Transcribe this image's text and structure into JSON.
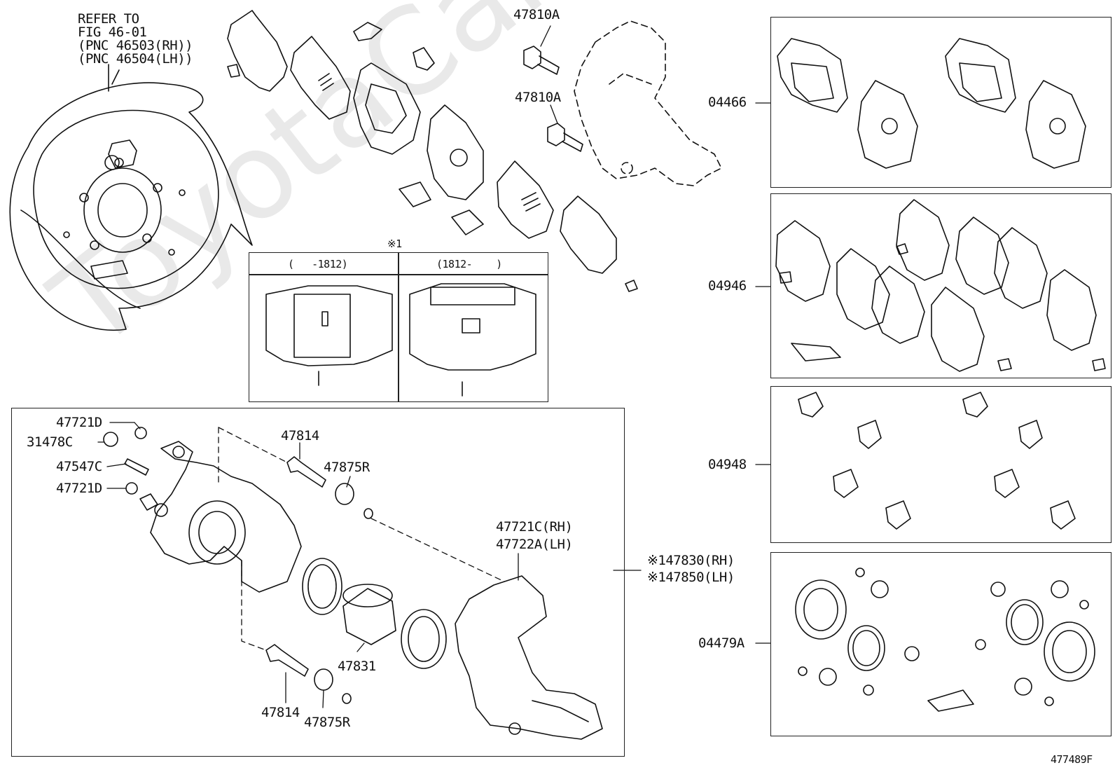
{
  "watermark": "ToyotaCarMiner.ru",
  "refer": {
    "line1": "REFER TO",
    "line2": "FIG 46-01",
    "line3": "(PNC 46503(RH))",
    "line4": "(PNC 46504(LH))"
  },
  "labels": {
    "bolt_top1": "47810A",
    "bolt_top2": "47810A",
    "kit_pads": "04466",
    "kit_shims": "04946",
    "kit_clips": "04948",
    "kit_seals": "04479A",
    "note_mark": "※1",
    "insert_left": "(   -1812)",
    "insert_right": "(1812-    )",
    "p_47721D_a": "47721D",
    "p_31478C": "31478C",
    "p_47547C": "47547C",
    "p_47721D_b": "47721D",
    "p_47814_a": "47814",
    "p_47875R_a": "47875R",
    "p_47721C": "47721C(RH)",
    "p_47722A": "47722A(LH)",
    "p_47830": "※147830(RH)",
    "p_47850": "※147850(LH)",
    "p_47831": "47831",
    "p_47814_b": "47814",
    "p_47875R_b": "47875R",
    "figure_id": "477489F"
  }
}
